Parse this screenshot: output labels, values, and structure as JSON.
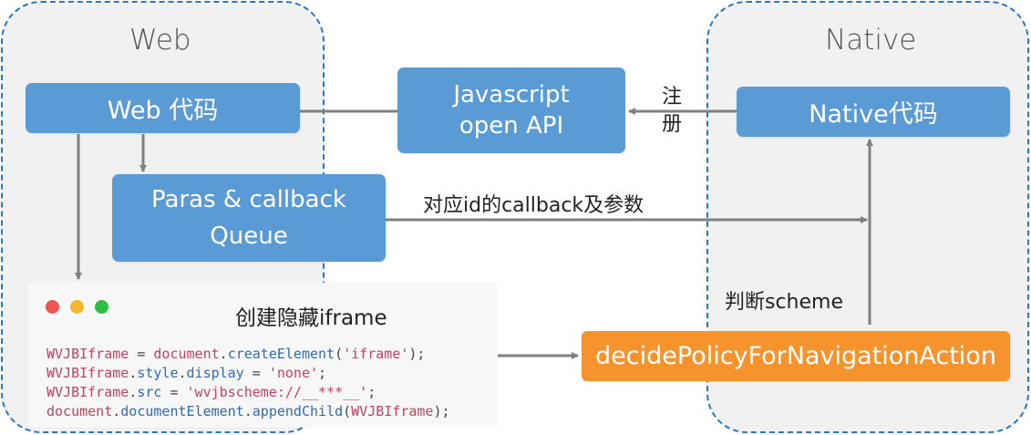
{
  "regions": {
    "web": {
      "title": "Web"
    },
    "native": {
      "title": "Native"
    }
  },
  "boxes": {
    "web_code": "Web 代码",
    "js_api": {
      "line1": "Javascript",
      "line2": "open API"
    },
    "native_code": "Native代码",
    "queue": {
      "line1": "Paras & callback",
      "line2": "Queue"
    },
    "decide": "decidePolicyForNavigationAction"
  },
  "labels": {
    "register": {
      "char1": "注",
      "char2": "册"
    },
    "callback": "对应id的callback及参数",
    "scheme": "判断scheme"
  },
  "code_panel": {
    "title": "创建隐藏iframe",
    "lines": [
      [
        {
          "t": "WVJBIframe",
          "c": "var"
        },
        {
          "t": " = ",
          "c": "punc"
        },
        {
          "t": "document",
          "c": "var"
        },
        {
          "t": ".",
          "c": "punc"
        },
        {
          "t": "createElement",
          "c": "fn"
        },
        {
          "t": "(",
          "c": "punc"
        },
        {
          "t": "'iframe'",
          "c": "str"
        },
        {
          "t": ");",
          "c": "punc"
        }
      ],
      [
        {
          "t": "WVJBIframe",
          "c": "var"
        },
        {
          "t": ".",
          "c": "punc"
        },
        {
          "t": "style",
          "c": "fn"
        },
        {
          "t": ".",
          "c": "punc"
        },
        {
          "t": "display",
          "c": "fn"
        },
        {
          "t": " = ",
          "c": "punc"
        },
        {
          "t": "'none'",
          "c": "str"
        },
        {
          "t": ";",
          "c": "punc"
        }
      ],
      [
        {
          "t": "WVJBIframe",
          "c": "var"
        },
        {
          "t": ".",
          "c": "punc"
        },
        {
          "t": "src",
          "c": "fn"
        },
        {
          "t": " = ",
          "c": "punc"
        },
        {
          "t": "'wvjbscheme://__***__'",
          "c": "str"
        },
        {
          "t": ";",
          "c": "punc"
        }
      ],
      [
        {
          "t": "document",
          "c": "var"
        },
        {
          "t": ".",
          "c": "punc"
        },
        {
          "t": "documentElement",
          "c": "fn"
        },
        {
          "t": ".",
          "c": "punc"
        },
        {
          "t": "appendChild",
          "c": "fn"
        },
        {
          "t": "(",
          "c": "punc"
        },
        {
          "t": "WVJBIframe",
          "c": "var"
        },
        {
          "t": ");",
          "c": "punc"
        }
      ]
    ]
  },
  "colors": {
    "region_border": "#2a78c2",
    "box_blue": "#5b9bd5",
    "box_orange": "#f7932d",
    "arrow": "#808080"
  }
}
